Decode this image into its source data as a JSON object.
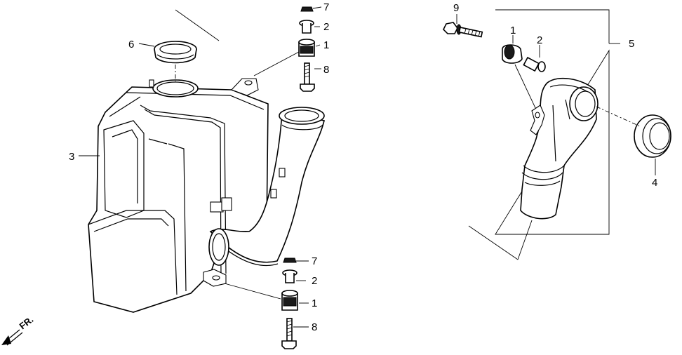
{
  "callouts": {
    "tank_left": "3",
    "top_rubber_ring": "6",
    "top_collar_nut": "7",
    "top_collar": "2",
    "top_grommet": "1",
    "top_bolt": "8",
    "bottom_collar_nut": "7",
    "bottom_collar": "2",
    "bottom_grommet": "1",
    "bottom_bolt": "8",
    "right_bolt": "9",
    "right_grommet": "1",
    "right_collar": "2",
    "right_assembly": "5",
    "right_seal": "4"
  },
  "direction_label": "FR."
}
